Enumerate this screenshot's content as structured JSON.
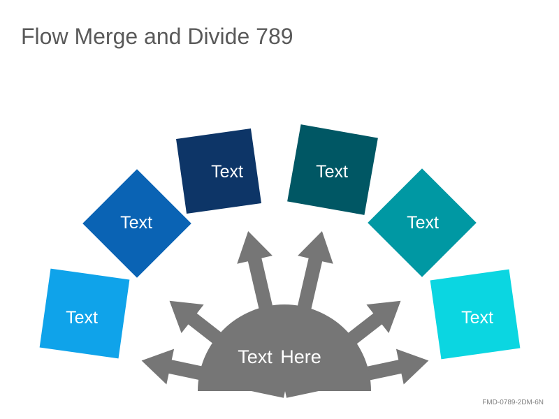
{
  "title": "Flow Merge and Divide 789",
  "code": "FMD-0789-2DM-6N",
  "hub": {
    "label": "Text Here",
    "color": "#767676"
  },
  "boxes": [
    {
      "label": "Text",
      "color": "#0fa3ea"
    },
    {
      "label": "Text",
      "color": "#0a63b4"
    },
    {
      "label": "Text",
      "color": "#0d3567"
    },
    {
      "label": "Text",
      "color": "#005764"
    },
    {
      "label": "Text",
      "color": "#0098a3"
    },
    {
      "label": "Text",
      "color": "#0bd6e1"
    }
  ]
}
